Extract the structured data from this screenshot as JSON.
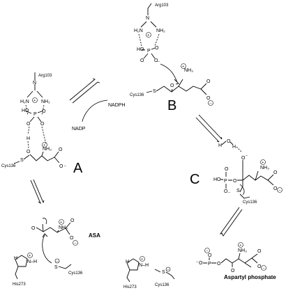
{
  "labels": {
    "A": "A",
    "B": "B",
    "C": "C",
    "asa": "ASA",
    "aspartyl_phosphate": "Aspartyl phosphate",
    "nadph": "NADPH",
    "nadp": "NADP"
  },
  "residues": {
    "arg_a": "Arg103",
    "arg_b": "Arg103",
    "cys_a": "Cys136",
    "cys_b": "Cys136",
    "cys_c": "Cys136",
    "cys_asa": "Cys136",
    "cys_ap": "Cys136",
    "his_asa": "His273",
    "his_ap": "His273"
  },
  "atoms": {
    "N": "N",
    "NH2": "NH₂",
    "H2N": "H₂N",
    "NH3": "NH₃",
    "HO": "HO",
    "O": "O",
    "P": "P",
    "S": "S",
    "H": "H",
    "N_H": "N–H",
    "plus": "+",
    "minus": "–"
  }
}
